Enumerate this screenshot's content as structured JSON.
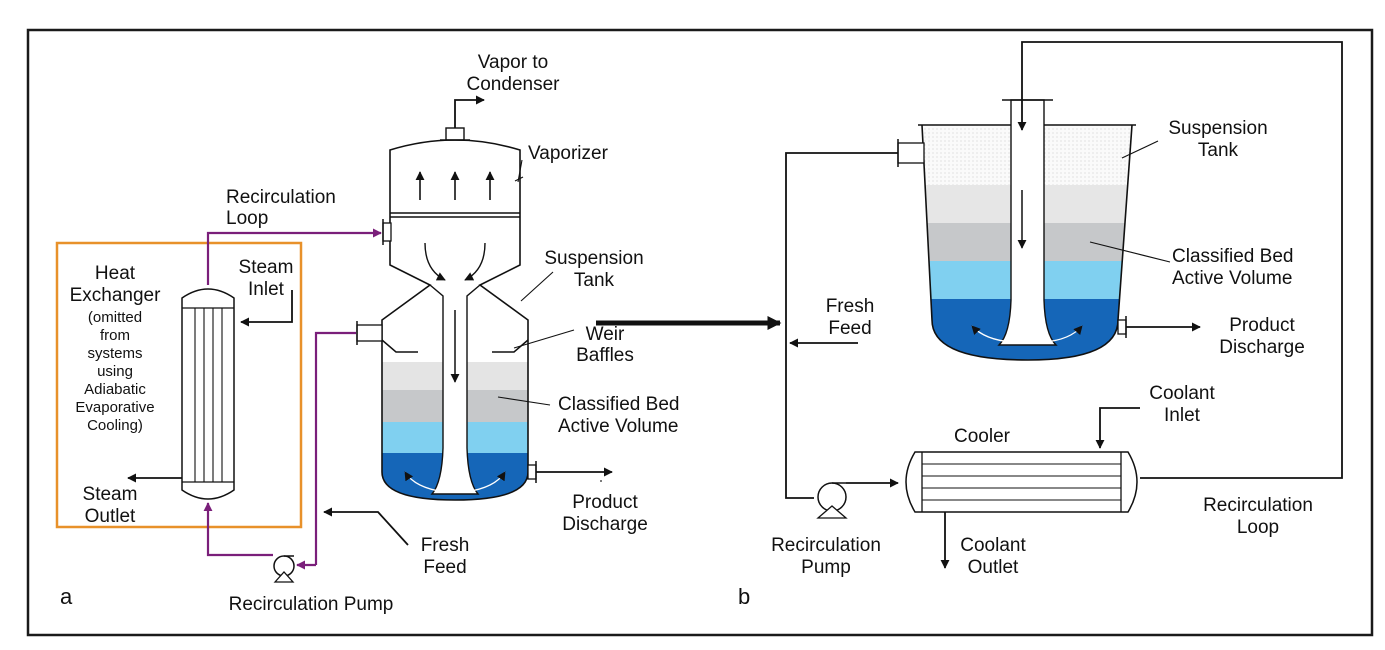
{
  "colors": {
    "frame": "#1a1a1a",
    "recirculation_line": "#7a1f7a",
    "heat_exchanger_box": "#e8912a",
    "bed_top": "#e6e6e6",
    "bed_mid_light": "#d6d6d6",
    "bed_mid": "#c4c6c8",
    "bed_light_blue": "#7fd0f0",
    "bed_dark_blue": "#1566b8"
  },
  "panel_a": {
    "letter": "a",
    "vapor": [
      "Vapor to",
      "Condenser"
    ],
    "vaporizer": "Vaporizer",
    "recirculation_loop": [
      "Recirculation",
      "Loop"
    ],
    "heat_exchanger": [
      "Heat",
      "Exchanger",
      "(omitted",
      "from",
      "systems",
      "using",
      "Adiabatic",
      "Evaporative",
      "Cooling)"
    ],
    "steam_inlet": [
      "Steam",
      "Inlet"
    ],
    "steam_outlet": [
      "Steam",
      "Outlet"
    ],
    "suspension_tank": [
      "Suspension",
      "Tank"
    ],
    "weir_baffles": [
      "Weir",
      "Baffles"
    ],
    "classified_bed": [
      "Classified Bed",
      "Active Volume"
    ],
    "product_discharge": [
      "Product",
      "Discharge"
    ],
    "fresh_feed": [
      "Fresh",
      "Feed"
    ],
    "recirculation_pump": "Recirculation Pump"
  },
  "panel_b": {
    "letter": "b",
    "suspension_tank": [
      "Suspension",
      "Tank"
    ],
    "classified_bed": [
      "Classified Bed",
      "Active Volume"
    ],
    "fresh_feed": [
      "Fresh",
      "Feed"
    ],
    "product_discharge": [
      "Product",
      "Discharge"
    ],
    "coolant_inlet": [
      "Coolant",
      "Inlet"
    ],
    "cooler": "Cooler",
    "coolant_outlet": [
      "Coolant",
      "Outlet"
    ],
    "recirculation_pump": [
      "Recirculation",
      "Pump"
    ],
    "recirculation_loop": [
      "Recirculation",
      "Loop"
    ]
  }
}
